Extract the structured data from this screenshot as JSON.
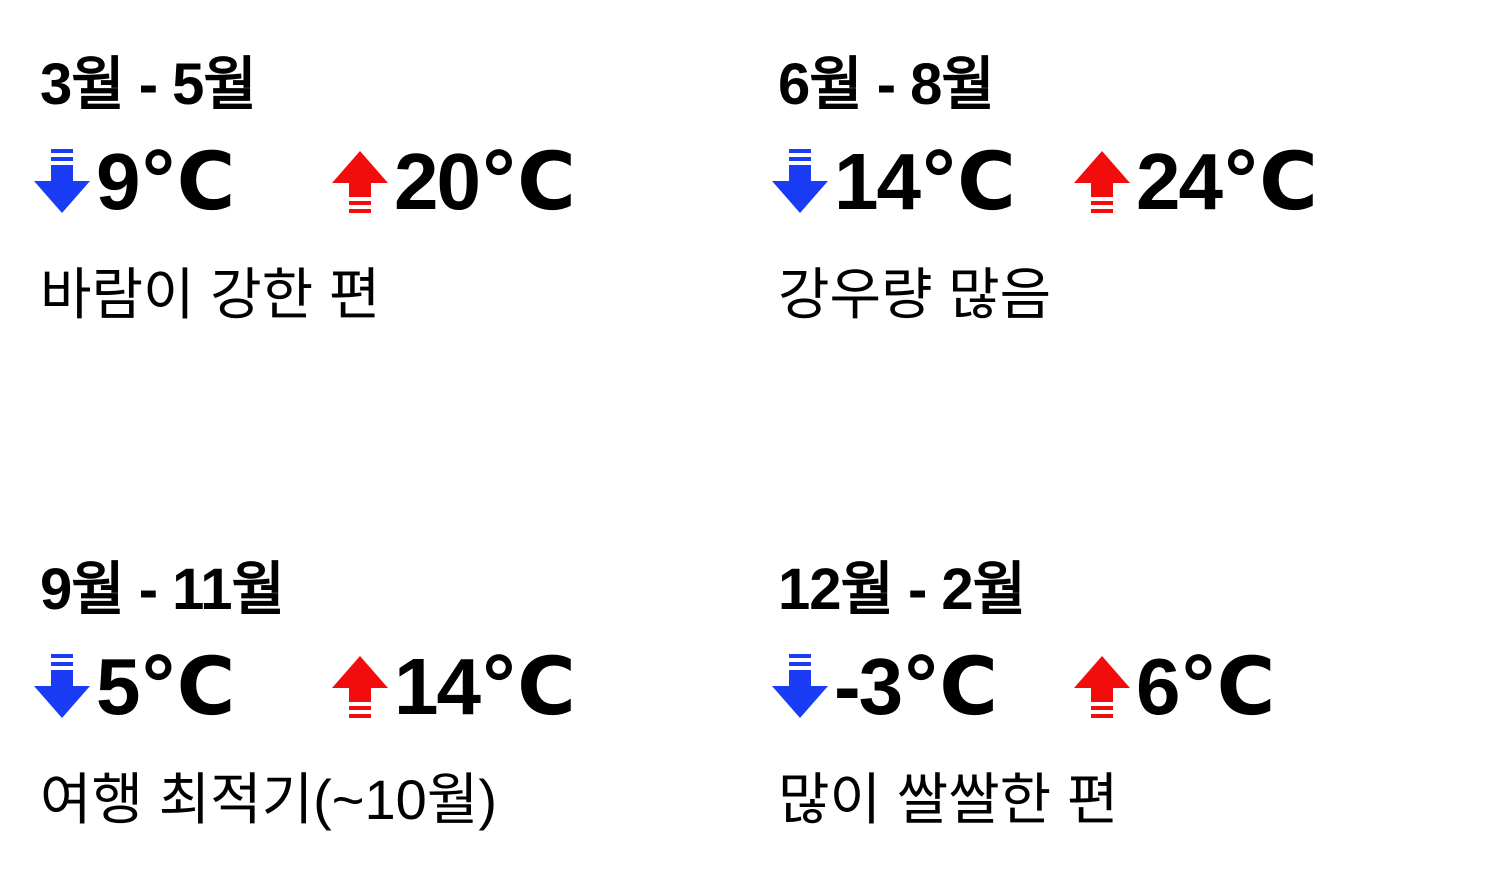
{
  "colors": {
    "low_arrow": "#1a3cf5",
    "high_arrow": "#f20c0c",
    "text": "#000000"
  },
  "icons": {
    "low": "arrow-down-icon",
    "high": "arrow-up-icon"
  },
  "seasons": [
    {
      "period": "3월 - 5월",
      "low": "9℃",
      "high": "20℃",
      "note": "바람이 강한 편"
    },
    {
      "period": "6월 - 8월",
      "low": "14℃",
      "high": "24℃",
      "note": "강우량 많음"
    },
    {
      "period": "9월 - 11월",
      "low": "5℃",
      "high": "14℃",
      "note": "여행 최적기(~10월)"
    },
    {
      "period": "12월 - 2월",
      "low": "-3℃",
      "high": "6℃",
      "note": "많이 쌀쌀한 편"
    }
  ]
}
